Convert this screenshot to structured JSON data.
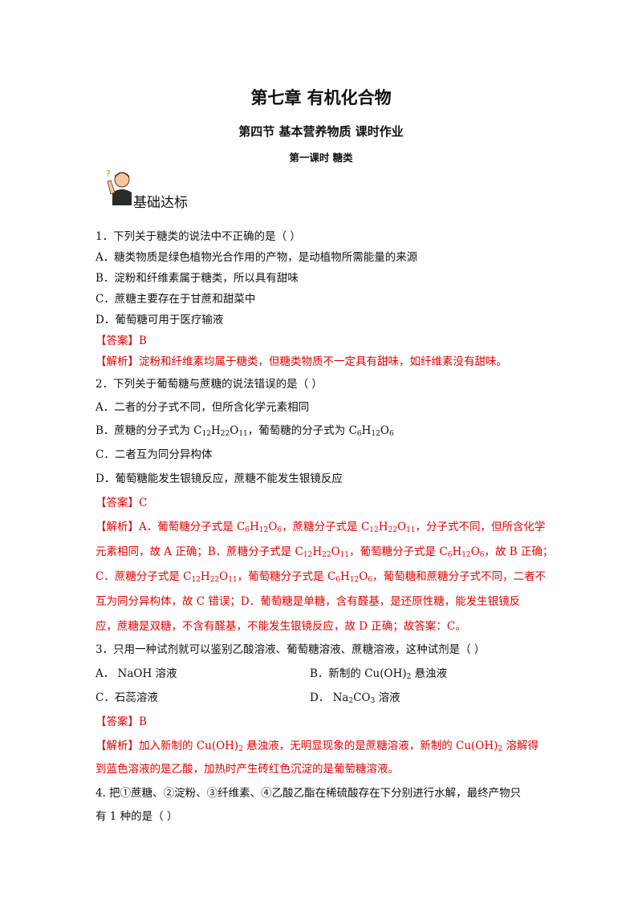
{
  "header": {
    "chapter": "第七章 有机化合物",
    "section": "第四节 基本营养物质 课时作业",
    "lesson": "第一课时 糖类"
  },
  "section_title": "基础达标",
  "q1": {
    "stem": "1．下列关于糖类的说法中不正确的是（ ）",
    "a": "A．糖类物质是绿色植物光合作用的产物，是动植物所需能量的来源",
    "b": "B．淀粉和纤维素属于糖类，所以具有甜味",
    "c": "C．蔗糖主要存在于甘蔗和甜菜中",
    "d": "D．葡萄糖可用于医疗输液",
    "answer": "【答案】B",
    "analysis": "【解析】淀粉和纤维素均属于糖类，但糖类物质不一定具有甜味，如纤维素没有甜味。"
  },
  "q2": {
    "stem": "2．下列关于葡萄糖与蔗糖的说法错误的是（ ）",
    "a": "A．二者的分子式不同，但所含化学元素相同",
    "b_text1": "B．蔗糖的分子式为 ",
    "b_text2": "，葡萄糖的分子式为 ",
    "sucrose": "C12H22O11",
    "glucose": "C6H12O6",
    "c": "C．二者互为同分异构体",
    "d": "D．葡萄糖能发生银镜反应，蔗糖不能发生银镜反应",
    "answer": "【答案】C",
    "analysis_l1": "【解析】A．葡萄糖分子式是 C6H12O6，蔗糖分子式是 C12H22O11，分子式不同，但所含化学",
    "analysis_l2": "元素相同，故 A 正确；B．蔗糖分子式是 C12H22O11，葡萄糖分子式是 C6H12O6，故 B 正确；",
    "analysis_l3": "C．蔗糖分子式是 C12H22O11，葡萄糖分子式是 C6H12O6，葡萄糖和蔗糖分子式不同，二者不",
    "analysis_l4": "互为同分异构体，故 C 错误；D．葡萄糖是单糖，含有醛基，是还原性糖，能发生银镜反",
    "analysis_l5": "应，蔗糖是双糖，不含有醛基，不能发生银镜反应，故 D 正确；故答案：C。"
  },
  "q3": {
    "stem": "3．只用一种试剂就可以鉴别乙酸溶液、葡萄糖溶液、蔗糖溶液，这种试剂是（ ）",
    "a": "A． NaOH 溶液",
    "b": "B．新制的 Cu(OH)2 悬浊液",
    "c": "C．石蕊溶液",
    "d": "D． Na2CO3 溶液",
    "answer": "【答案】B",
    "analysis_l1": "【解析】加入新制的 Cu(OH)2 悬浊液，无明显现象的是蔗糖溶液，新制的 Cu(OH)2 溶解得",
    "analysis_l2": "到蓝色溶液的是乙酸，加热时产生砖红色沉淀的是葡萄糖溶液。"
  },
  "q4": {
    "stem_l1": "4. 把①蔗糖、②淀粉、③纤维素、④乙酸乙酯在稀硫酸存在下分别进行水解，最终产物只",
    "stem_l2": "有 1 种的是（ ）"
  }
}
